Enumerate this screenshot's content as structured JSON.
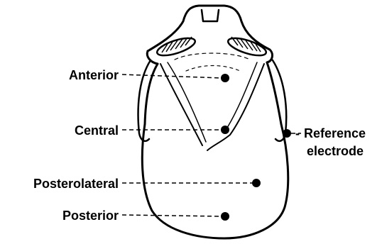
{
  "labels": {
    "anterior": "Anterior",
    "central": "Central",
    "posterolateral": "Posterolateral",
    "posterior": "Posterior",
    "reference_line1": "Reference",
    "reference_line2": "electrode"
  }
}
